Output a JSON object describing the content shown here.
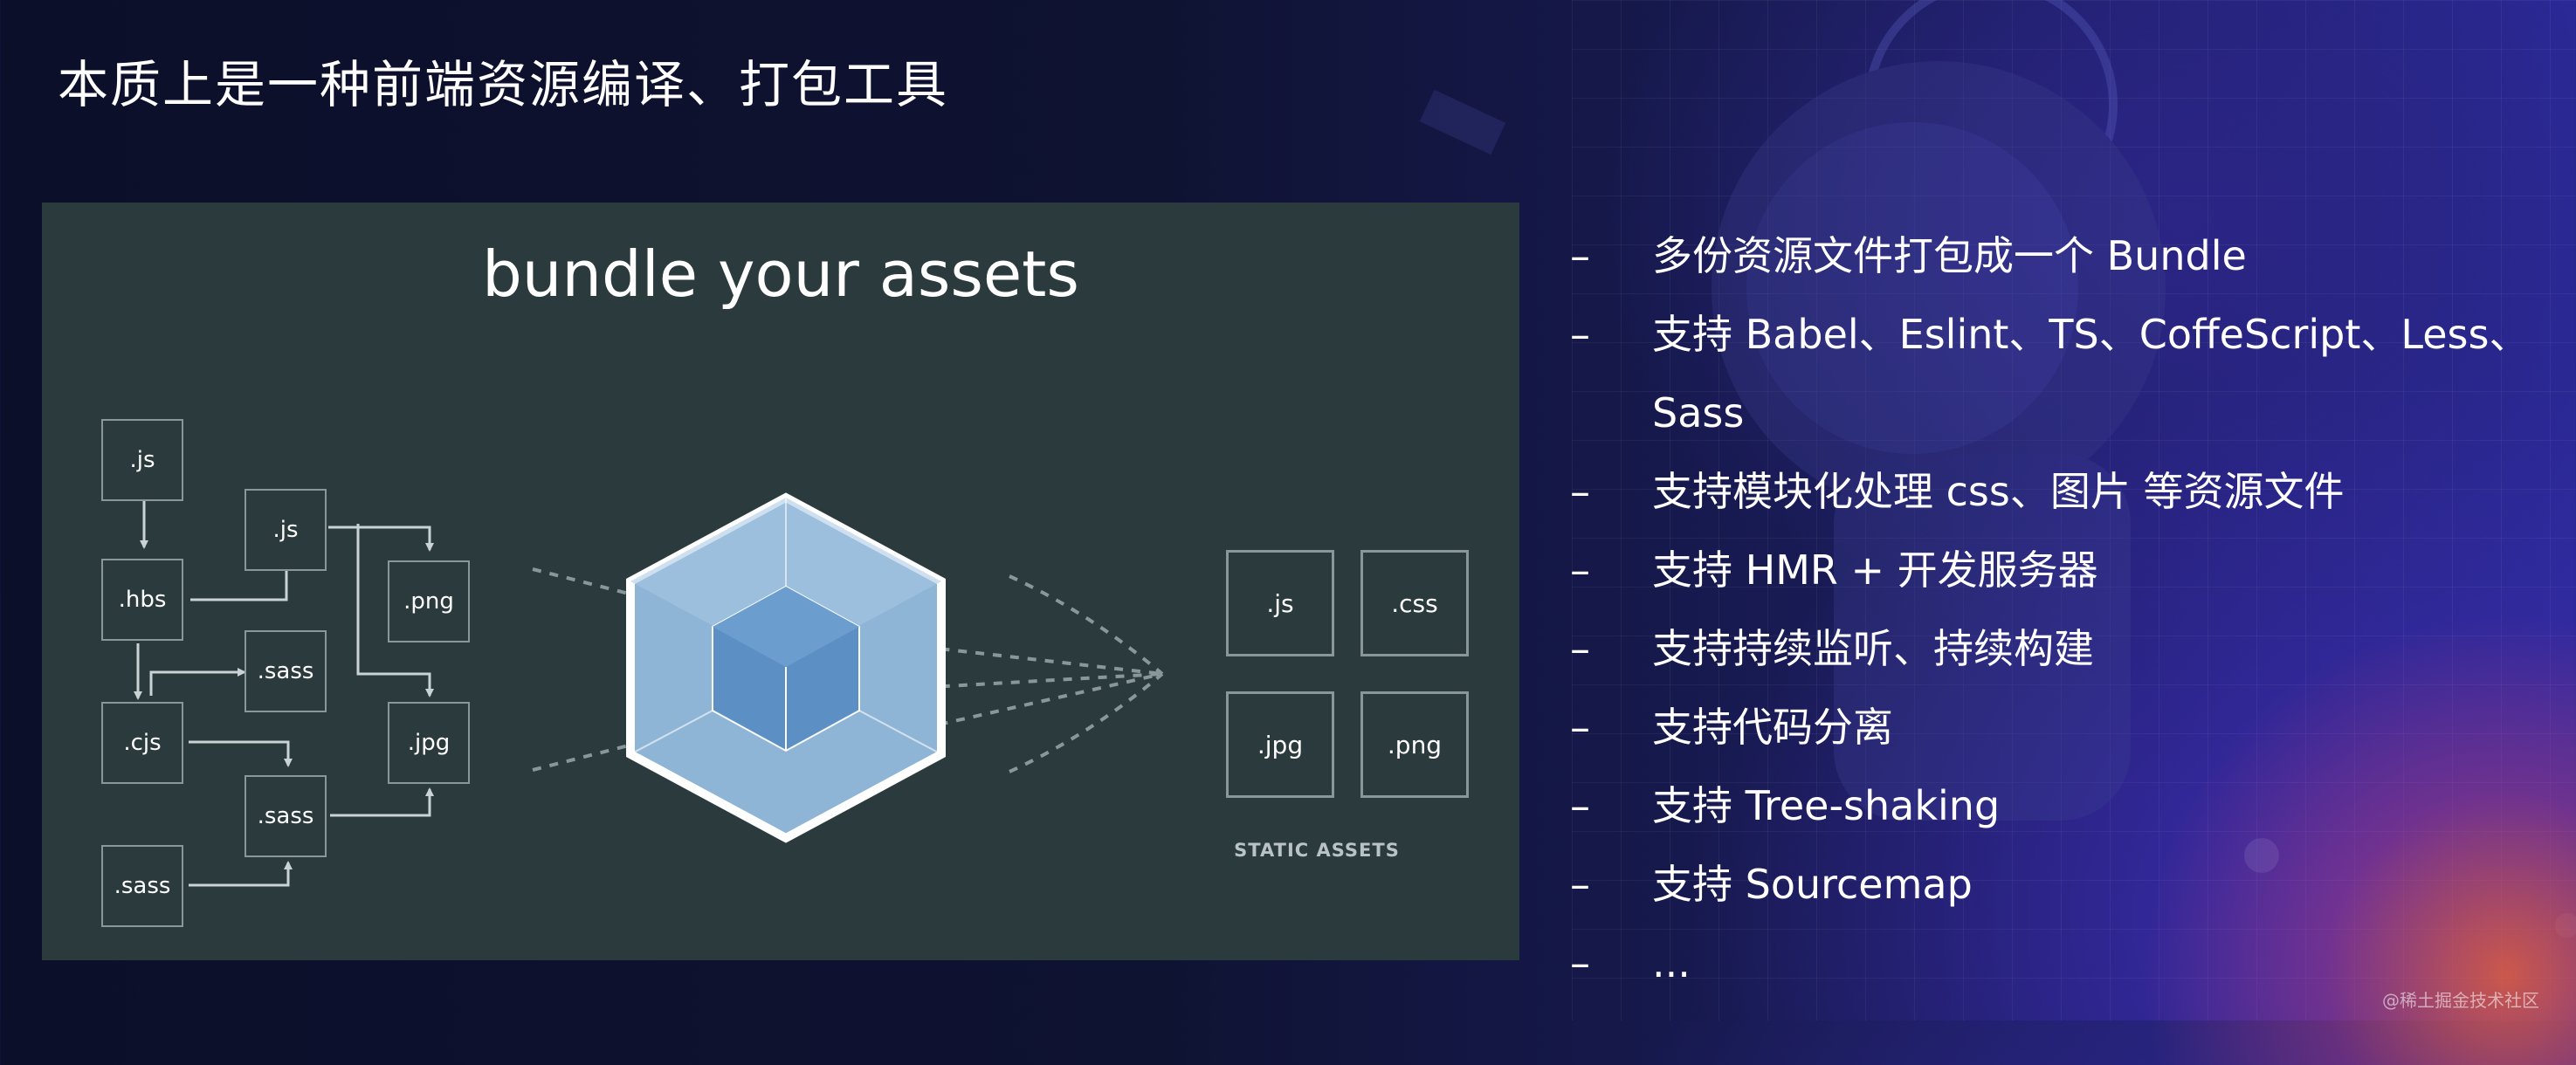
{
  "slide": {
    "title": "本质上是一种前端资源编译、打包工具"
  },
  "diagram": {
    "heading": "bundle your assets",
    "source_files": [
      ".js",
      ".js",
      ".hbs",
      ".png",
      ".sass",
      ".cjs",
      ".jpg",
      ".sass",
      ".sass"
    ],
    "static_assets": [
      ".js",
      ".css",
      ".jpg",
      ".png"
    ],
    "static_assets_label": "STATIC ASSETS",
    "colors": {
      "panel": "#2b3a3d",
      "cube_outer": "#8fb5d6",
      "cube_inner": "#5a8fc4",
      "border": "#8a9799"
    }
  },
  "features": [
    {
      "text": "多份资源文件打包成一个 Bundle"
    },
    {
      "text": "支持 Babel、Eslint、TS、CoffeScript、Less、",
      "continuation": "Sass"
    },
    {
      "text": "支持模块化处理 css、图片 等资源文件"
    },
    {
      "text": "支持 HMR + 开发服务器"
    },
    {
      "text": "支持持续监听、持续构建"
    },
    {
      "text": "支持代码分离"
    },
    {
      "text": "支持 Tree-shaking"
    },
    {
      "text": "支持 Sourcemap"
    },
    {
      "text": "..."
    }
  ],
  "bullet_marker": "–",
  "watermark": "@稀土掘金技术社区"
}
